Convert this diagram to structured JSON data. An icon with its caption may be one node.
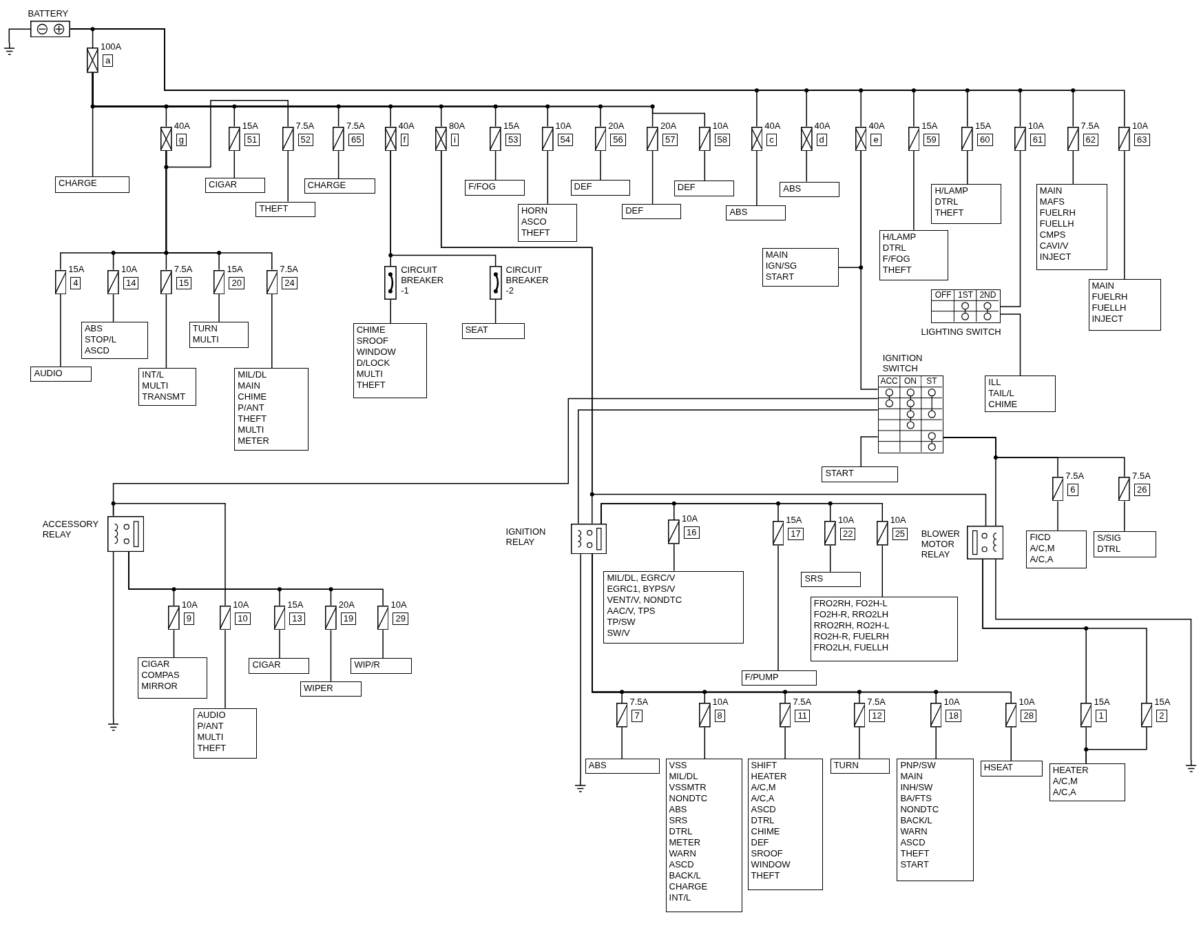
{
  "diagram": {
    "nodes": [
      {
        "text": [
          "BATTERY"
        ]
      },
      {
        "text": [],
        "shape": "ground"
      },
      {
        "text": [
          "100A",
          "a"
        ]
      },
      {
        "text": [
          "CHARGE"
        ]
      },
      {
        "text": [
          "40A",
          "g"
        ]
      },
      {
        "text": [
          "15A",
          "51"
        ]
      },
      {
        "text": [
          "7.5A",
          "52"
        ]
      },
      {
        "text": [
          "7.5A",
          "65"
        ]
      },
      {
        "text": [
          "40A",
          "f"
        ]
      },
      {
        "text": [
          "80A",
          "i"
        ]
      },
      {
        "text": [
          "15A",
          "53"
        ]
      },
      {
        "text": [
          "10A",
          "54"
        ]
      },
      {
        "text": [
          "20A",
          "56"
        ]
      },
      {
        "text": [
          "20A",
          "57"
        ]
      },
      {
        "text": [
          "10A",
          "58"
        ]
      },
      {
        "text": [
          "40A",
          "c"
        ]
      },
      {
        "text": [
          "40A",
          "d"
        ]
      },
      {
        "text": [
          "40A",
          "e"
        ]
      },
      {
        "text": [
          "15A",
          "59"
        ]
      },
      {
        "text": [
          "15A",
          "60"
        ]
      },
      {
        "text": [
          "10A",
          "61"
        ]
      },
      {
        "text": [
          "7.5A",
          "62"
        ]
      },
      {
        "text": [
          "10A",
          "63"
        ]
      },
      {
        "text": [
          "CIGAR"
        ]
      },
      {
        "text": [
          "THEFT"
        ]
      },
      {
        "text": [
          "CHARGE"
        ]
      },
      {
        "text": [
          "F/FOG"
        ]
      },
      {
        "text": [
          "HORN",
          "ASCO",
          "THEFT"
        ]
      },
      {
        "text": [
          "DEF"
        ]
      },
      {
        "text": [
          "DEF"
        ]
      },
      {
        "text": [
          "DEF"
        ]
      },
      {
        "text": [
          "ABS"
        ]
      },
      {
        "text": [
          "ABS"
        ]
      },
      {
        "text": [
          "H/LAMP",
          "DTRL",
          "THEFT"
        ]
      },
      {
        "text": [
          "MAIN",
          "MAFS",
          "FUELRH",
          "FUELLH",
          "CMPS",
          "CAVI/V",
          "INJECT"
        ]
      },
      {
        "text": [
          "MAIN",
          "IGN/SG",
          "START"
        ]
      },
      {
        "text": [
          "H/LAMP",
          "DTRL",
          "F/FOG",
          "THEFT"
        ]
      },
      {
        "text": [
          "MAIN",
          "FUELRH",
          "FUELLH",
          "INJECT"
        ]
      },
      {
        "text": [
          "LIGHTING SWITCH",
          "OFF",
          "1ST",
          "2ND"
        ]
      },
      {
        "text": [
          "15A",
          "4"
        ]
      },
      {
        "text": [
          "10A",
          "14"
        ]
      },
      {
        "text": [
          "7.5A",
          "15"
        ]
      },
      {
        "text": [
          "15A",
          "20"
        ]
      },
      {
        "text": [
          "7.5A",
          "24"
        ]
      },
      {
        "text": [
          "CIRCUIT BREAKER -1"
        ]
      },
      {
        "text": [
          "CIRCUIT BREAKER -2"
        ]
      },
      {
        "text": [
          "ABS",
          "STOP/L",
          "ASCD"
        ]
      },
      {
        "text": [
          "TURN",
          "MULTI"
        ]
      },
      {
        "text": [
          "CHIME",
          "SROOF",
          "WINDOW",
          "D/LOCK",
          "MULTI",
          "THEFT"
        ]
      },
      {
        "text": [
          "SEAT"
        ]
      },
      {
        "text": [
          "AUDIO"
        ]
      },
      {
        "text": [
          "INT/L",
          "MULTI",
          "TRANSMT"
        ]
      },
      {
        "text": [
          "MIL/DL",
          "MAIN",
          "CHIME",
          "P/ANT",
          "THEFT",
          "MULTI",
          "METER"
        ]
      },
      {
        "text": [
          "IGNITION SWITCH",
          "ACC",
          "ON",
          "ST"
        ]
      },
      {
        "text": [
          "ILL",
          "TAIL/L",
          "CHIME"
        ]
      },
      {
        "text": [
          "START"
        ]
      },
      {
        "text": [
          "7.5A",
          "6"
        ]
      },
      {
        "text": [
          "7.5A",
          "26"
        ]
      },
      {
        "text": [
          "ACCESSORY RELAY"
        ]
      },
      {
        "text": [
          "IGNITION RELAY"
        ]
      },
      {
        "text": [
          "10A",
          "16"
        ]
      },
      {
        "text": [
          "15A",
          "17"
        ]
      },
      {
        "text": [
          "10A",
          "22"
        ]
      },
      {
        "text": [
          "10A",
          "25"
        ]
      },
      {
        "text": [
          "BLOWER MOTOR RELAY"
        ]
      },
      {
        "text": [
          "FICD",
          "A/C,M",
          "A/C,A"
        ]
      },
      {
        "text": [
          "S/SIG",
          "DTRL"
        ]
      },
      {
        "text": [
          "MIL/DL, EGRC/V",
          "EGRC1, BYPS/V",
          "VENT/V, NONDTC",
          "AAC/V, TPS",
          "TP/SW",
          "SW/V"
        ]
      },
      {
        "text": [
          "SRS"
        ]
      },
      {
        "text": [
          "FRO2RH, FO2H-L",
          "FO2H-R, RRO2LH",
          "RRO2RH, RO2H-L",
          "RO2H-R, FUELRH",
          "FRO2LH, FUELLH"
        ]
      },
      {
        "text": [
          "F/PUMP"
        ]
      },
      {
        "text": [
          "10A",
          "9"
        ]
      },
      {
        "text": [
          "10A",
          "10"
        ]
      },
      {
        "text": [
          "15A",
          "13"
        ]
      },
      {
        "text": [
          "20A",
          "19"
        ]
      },
      {
        "text": [
          "10A",
          "29"
        ]
      },
      {
        "text": [
          "CIGAR",
          "COMPAS",
          "MIRROR"
        ]
      },
      {
        "text": [
          "CIGAR"
        ]
      },
      {
        "text": [
          "WIP/R"
        ]
      },
      {
        "text": [
          "WIPER"
        ]
      },
      {
        "text": [
          "AUDIO",
          "P/ANT",
          "MULTI",
          "THEFT"
        ]
      },
      {
        "text": [],
        "shape": "ground"
      },
      {
        "text": [
          "7.5A",
          "7"
        ]
      },
      {
        "text": [
          "10A",
          "8"
        ]
      },
      {
        "text": [
          "7.5A",
          "11"
        ]
      },
      {
        "text": [
          "7.5A",
          "12"
        ]
      },
      {
        "text": [
          "10A",
          "18"
        ]
      },
      {
        "text": [
          "10A",
          "28"
        ]
      },
      {
        "text": [
          "15A",
          "1"
        ]
      },
      {
        "text": [
          "15A",
          "2"
        ]
      },
      {
        "text": [
          "ABS"
        ]
      },
      {
        "text": [
          "VSS",
          "MIL/DL",
          "VSSMTR",
          "NONDTC",
          "ABS",
          "SRS",
          "DTRL",
          "METER",
          "WARN",
          "ASCD",
          "BACK/L",
          "CHARGE",
          "INT/L"
        ]
      },
      {
        "text": [
          "SHIFT",
          "HEATER",
          "A/C,M",
          "A/C,A",
          "ASCD",
          "DTRL",
          "CHIME",
          "DEF",
          "SROOF",
          "WINDOW",
          "THEFT"
        ]
      },
      {
        "text": [
          "TURN"
        ]
      },
      {
        "text": [
          "PNP/SW",
          "MAIN",
          "INH/SW",
          "BA/FTS",
          "NONDTC",
          "BACK/L",
          "WARN",
          "ASCD",
          "THEFT",
          "START"
        ]
      },
      {
        "text": [
          "HSEAT"
        ]
      },
      {
        "text": [
          "HEATER",
          "A/C,M",
          "A/C,A"
        ]
      },
      {
        "text": [],
        "shape": "ground"
      },
      {
        "text": [],
        "shape": "ground"
      }
    ],
    "edges": [
      {
        "from": 0,
        "to": 2,
        "arrow": "none"
      },
      {
        "from": 0,
        "to": 1,
        "arrow": "none"
      },
      {
        "from": 0,
        "to": 15,
        "arrow": "none"
      },
      {
        "from": 0,
        "to": 16,
        "arrow": "none"
      },
      {
        "from": 0,
        "to": 17,
        "arrow": "none"
      },
      {
        "from": 0,
        "to": 18,
        "arrow": "none"
      },
      {
        "from": 0,
        "to": 19,
        "arrow": "none"
      },
      {
        "from": 0,
        "to": 20,
        "arrow": "none"
      },
      {
        "from": 0,
        "to": 21,
        "arrow": "none"
      },
      {
        "from": 0,
        "to": 22,
        "arrow": "none"
      },
      {
        "from": 2,
        "to": 3,
        "arrow": "none"
      },
      {
        "from": 2,
        "to": 4,
        "arrow": "none"
      },
      {
        "from": 2,
        "to": 5,
        "arrow": "none"
      },
      {
        "from": 2,
        "to": 7,
        "arrow": "none"
      },
      {
        "from": 2,
        "to": 8,
        "arrow": "none"
      },
      {
        "from": 2,
        "to": 9,
        "arrow": "none"
      },
      {
        "from": 2,
        "to": 10,
        "arrow": "none"
      },
      {
        "from": 2,
        "to": 11,
        "arrow": "none"
      },
      {
        "from": 2,
        "to": 12,
        "arrow": "none"
      },
      {
        "from": 2,
        "to": 13,
        "arrow": "none"
      },
      {
        "from": 2,
        "to": 14,
        "arrow": "none"
      },
      {
        "from": 4,
        "to": 6,
        "arrow": "none"
      },
      {
        "from": 4,
        "to": 39,
        "arrow": "none"
      },
      {
        "from": 4,
        "to": 40,
        "arrow": "none"
      },
      {
        "from": 4,
        "to": 41,
        "arrow": "none"
      },
      {
        "from": 4,
        "to": 42,
        "arrow": "none"
      },
      {
        "from": 4,
        "to": 43,
        "arrow": "none"
      },
      {
        "from": 5,
        "to": 23,
        "arrow": "none"
      },
      {
        "from": 6,
        "to": 24,
        "arrow": "none"
      },
      {
        "from": 7,
        "to": 25,
        "arrow": "none"
      },
      {
        "from": 10,
        "to": 26,
        "arrow": "none"
      },
      {
        "from": 11,
        "to": 27,
        "arrow": "none"
      },
      {
        "from": 12,
        "to": 28,
        "arrow": "none"
      },
      {
        "from": 13,
        "to": 29,
        "arrow": "none"
      },
      {
        "from": 14,
        "to": 30,
        "arrow": "none"
      },
      {
        "from": 15,
        "to": 31,
        "arrow": "none"
      },
      {
        "from": 16,
        "to": 32,
        "arrow": "none"
      },
      {
        "from": 17,
        "to": 35,
        "arrow": "none"
      },
      {
        "from": 17,
        "to": 53,
        "arrow": "none"
      },
      {
        "from": 18,
        "to": 36,
        "arrow": "none"
      },
      {
        "from": 19,
        "to": 33,
        "arrow": "none"
      },
      {
        "from": 20,
        "to": 38,
        "arrow": "none"
      },
      {
        "from": 21,
        "to": 34,
        "arrow": "none"
      },
      {
        "from": 22,
        "to": 37,
        "arrow": "none"
      },
      {
        "from": 38,
        "to": 54,
        "arrow": "none"
      },
      {
        "from": 39,
        "to": 50,
        "arrow": "none"
      },
      {
        "from": 40,
        "to": 46,
        "arrow": "none"
      },
      {
        "from": 41,
        "to": 51,
        "arrow": "none"
      },
      {
        "from": 42,
        "to": 47,
        "arrow": "none"
      },
      {
        "from": 43,
        "to": 52,
        "arrow": "none"
      },
      {
        "from": 8,
        "to": 44,
        "arrow": "none"
      },
      {
        "from": 8,
        "to": 45,
        "arrow": "none"
      },
      {
        "from": 44,
        "to": 48,
        "arrow": "none"
      },
      {
        "from": 45,
        "to": 49,
        "arrow": "none"
      },
      {
        "from": 9,
        "to": 59,
        "arrow": "none"
      },
      {
        "from": 9,
        "to": 64,
        "arrow": "none"
      },
      {
        "from": 53,
        "to": 58,
        "arrow": "none"
      },
      {
        "from": 53,
        "to": 59,
        "arrow": "none"
      },
      {
        "from": 53,
        "to": 55,
        "arrow": "none"
      },
      {
        "from": 53,
        "to": 56,
        "arrow": "none"
      },
      {
        "from": 53,
        "to": 57,
        "arrow": "none"
      },
      {
        "from": 53,
        "to": 64,
        "arrow": "none"
      },
      {
        "from": 64,
        "to": 98,
        "arrow": "none"
      },
      {
        "from": 64,
        "to": 88,
        "arrow": "none"
      },
      {
        "from": 64,
        "to": 89,
        "arrow": "none"
      },
      {
        "from": 88,
        "to": 96,
        "arrow": "none"
      },
      {
        "from": 89,
        "to": 96,
        "arrow": "none"
      },
      {
        "from": 56,
        "to": 65,
        "arrow": "none"
      },
      {
        "from": 57,
        "to": 66,
        "arrow": "none"
      },
      {
        "from": 58,
        "to": 81,
        "arrow": "none"
      },
      {
        "from": 58,
        "to": 71,
        "arrow": "none"
      },
      {
        "from": 58,
        "to": 73,
        "arrow": "none"
      },
      {
        "from": 58,
        "to": 74,
        "arrow": "none"
      },
      {
        "from": 58,
        "to": 75,
        "arrow": "none"
      },
      {
        "from": 58,
        "to": 72,
        "arrow": "none"
      },
      {
        "from": 71,
        "to": 76,
        "arrow": "none"
      },
      {
        "from": 72,
        "to": 80,
        "arrow": "none"
      },
      {
        "from": 73,
        "to": 77,
        "arrow": "none"
      },
      {
        "from": 74,
        "to": 79,
        "arrow": "none"
      },
      {
        "from": 75,
        "to": 78,
        "arrow": "none"
      },
      {
        "from": 59,
        "to": 97,
        "arrow": "none"
      },
      {
        "from": 59,
        "to": 60,
        "arrow": "none"
      },
      {
        "from": 59,
        "to": 61,
        "arrow": "none"
      },
      {
        "from": 59,
        "to": 62,
        "arrow": "none"
      },
      {
        "from": 59,
        "to": 63,
        "arrow": "none"
      },
      {
        "from": 59,
        "to": 82,
        "arrow": "none"
      },
      {
        "from": 59,
        "to": 83,
        "arrow": "none"
      },
      {
        "from": 59,
        "to": 84,
        "arrow": "none"
      },
      {
        "from": 59,
        "to": 85,
        "arrow": "none"
      },
      {
        "from": 59,
        "to": 86,
        "arrow": "none"
      },
      {
        "from": 59,
        "to": 87,
        "arrow": "none"
      },
      {
        "from": 60,
        "to": 67,
        "arrow": "none"
      },
      {
        "from": 61,
        "to": 70,
        "arrow": "none"
      },
      {
        "from": 62,
        "to": 68,
        "arrow": "none"
      },
      {
        "from": 63,
        "to": 69,
        "arrow": "none"
      },
      {
        "from": 82,
        "to": 90,
        "arrow": "none"
      },
      {
        "from": 83,
        "to": 91,
        "arrow": "none"
      },
      {
        "from": 84,
        "to": 92,
        "arrow": "none"
      },
      {
        "from": 85,
        "to": 93,
        "arrow": "none"
      },
      {
        "from": 86,
        "to": 94,
        "arrow": "none"
      },
      {
        "from": 87,
        "to": 95,
        "arrow": "none"
      }
    ]
  }
}
